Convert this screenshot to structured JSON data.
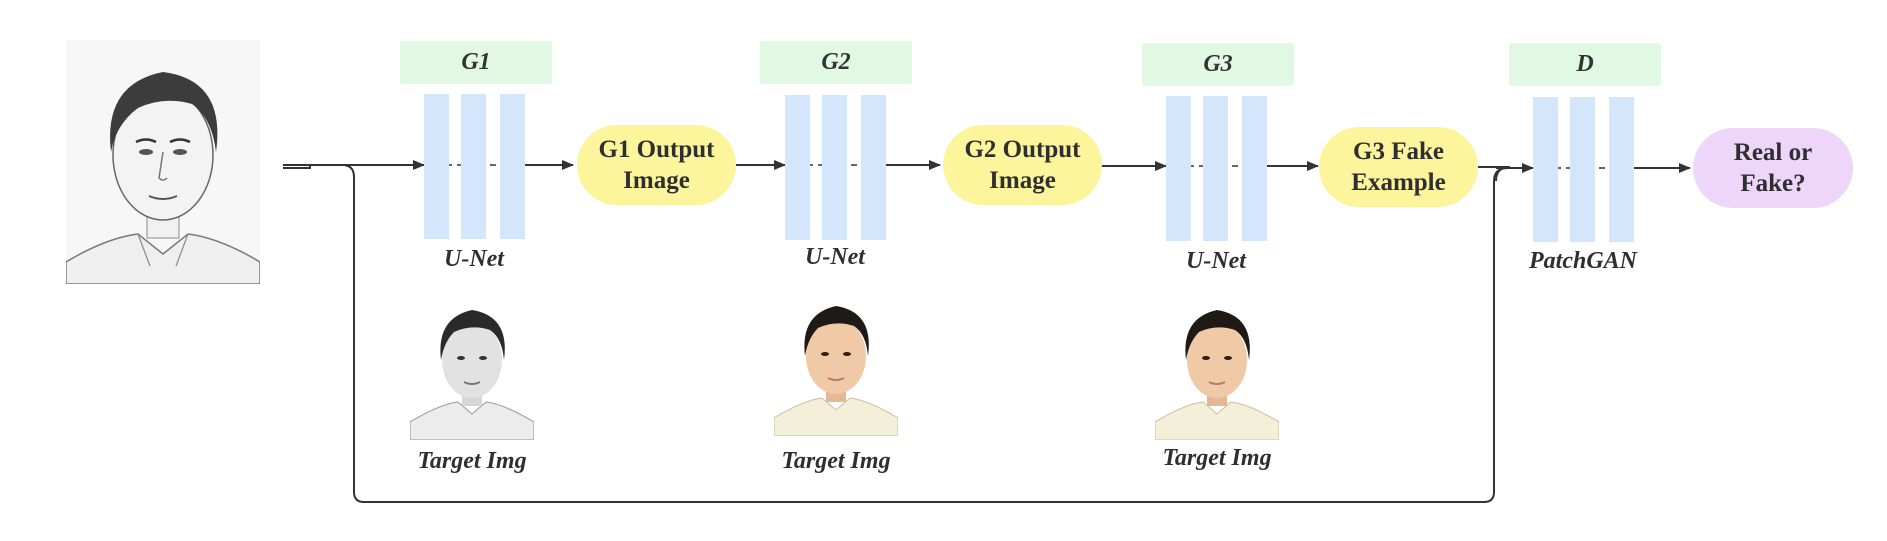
{
  "generators": [
    {
      "title": "G1",
      "block_label": "U-Net",
      "target_label": "Target Img",
      "target_style": "grayscale photo"
    },
    {
      "title": "G2",
      "block_label": "U-Net",
      "target_label": "Target Img",
      "target_style": "color photo"
    },
    {
      "title": "G3",
      "block_label": "U-Net",
      "target_label": "Target Img",
      "target_style": "color photo"
    }
  ],
  "discriminator": {
    "title": "D",
    "block_label": "PatchGAN"
  },
  "outputs": {
    "g1": [
      "G1 Output",
      "Image"
    ],
    "g2": [
      "G2 Output",
      "Image"
    ],
    "g3": [
      "G3 Fake",
      "Example"
    ],
    "d": [
      "Real or",
      "Fake?"
    ]
  },
  "colors": {
    "title_box": "#e1f9e3",
    "unet_bar": "#d4e6fb",
    "output_pill": "#fcf59c",
    "decision_pill": "#eed6fb",
    "arrow": "#333333"
  },
  "icons": {
    "input": "pencil-sketch-face",
    "target": "portrait-photo"
  }
}
